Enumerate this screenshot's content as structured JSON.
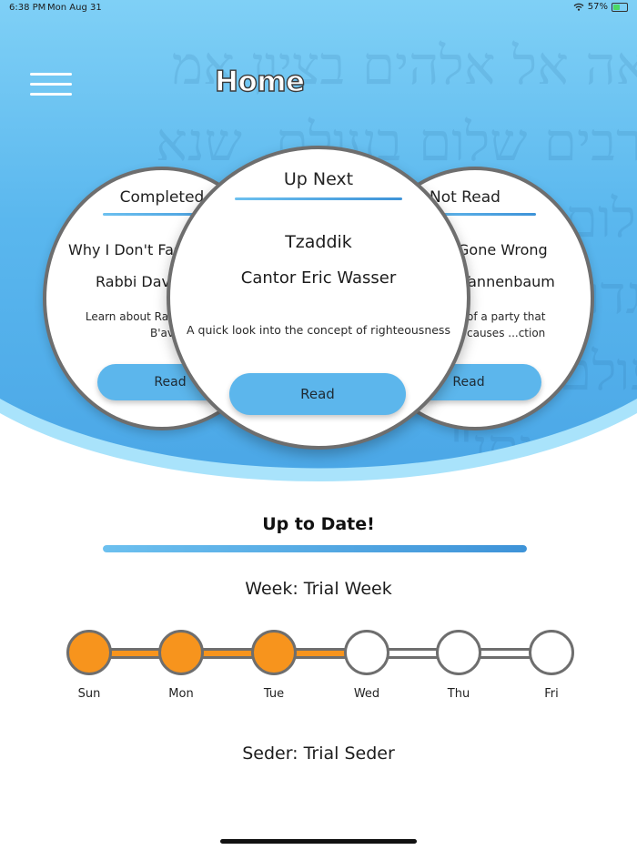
{
  "status_bar": {
    "time": "6:38 PM",
    "date": "Mon Aug 31",
    "battery_percent_label": "57%",
    "battery_level": 0.57
  },
  "header": {
    "title": "Home",
    "menu_icon": "hamburger-menu-icon"
  },
  "cards": {
    "completed": {
      "header": "Completed",
      "title": "Why I Don't Fast: A",
      "author": "Rabbi David",
      "description": "Learn about Rabbi K... Tisha B'av",
      "button": "Read"
    },
    "up_next": {
      "header": "Up Next",
      "title": "Tzaddik",
      "author": "Cantor Eric Wasser",
      "description": "A quick look into the concept of righteousness",
      "button": "Read"
    },
    "not_read": {
      "header": "Not Read",
      "title": "Gone Wrong",
      "author": "Tannenbaum",
      "description": "of a party that causes ...ction",
      "button": "Read"
    }
  },
  "progress": {
    "title": "Up to Date!",
    "fraction": 1.0
  },
  "week": {
    "label": "Week: Trial Week",
    "days": [
      {
        "label": "Sun",
        "done": true
      },
      {
        "label": "Mon",
        "done": true
      },
      {
        "label": "Tue",
        "done": true
      },
      {
        "label": "Wed",
        "done": false
      },
      {
        "label": "Thu",
        "done": false
      },
      {
        "label": "Fri",
        "done": false
      }
    ]
  },
  "seder": {
    "label": "Seder: Trial Seder"
  },
  "colors": {
    "accent_blue": "#5cb6ec",
    "progress_orange": "#f7941d",
    "outline_gray": "#6e6e6e"
  }
}
